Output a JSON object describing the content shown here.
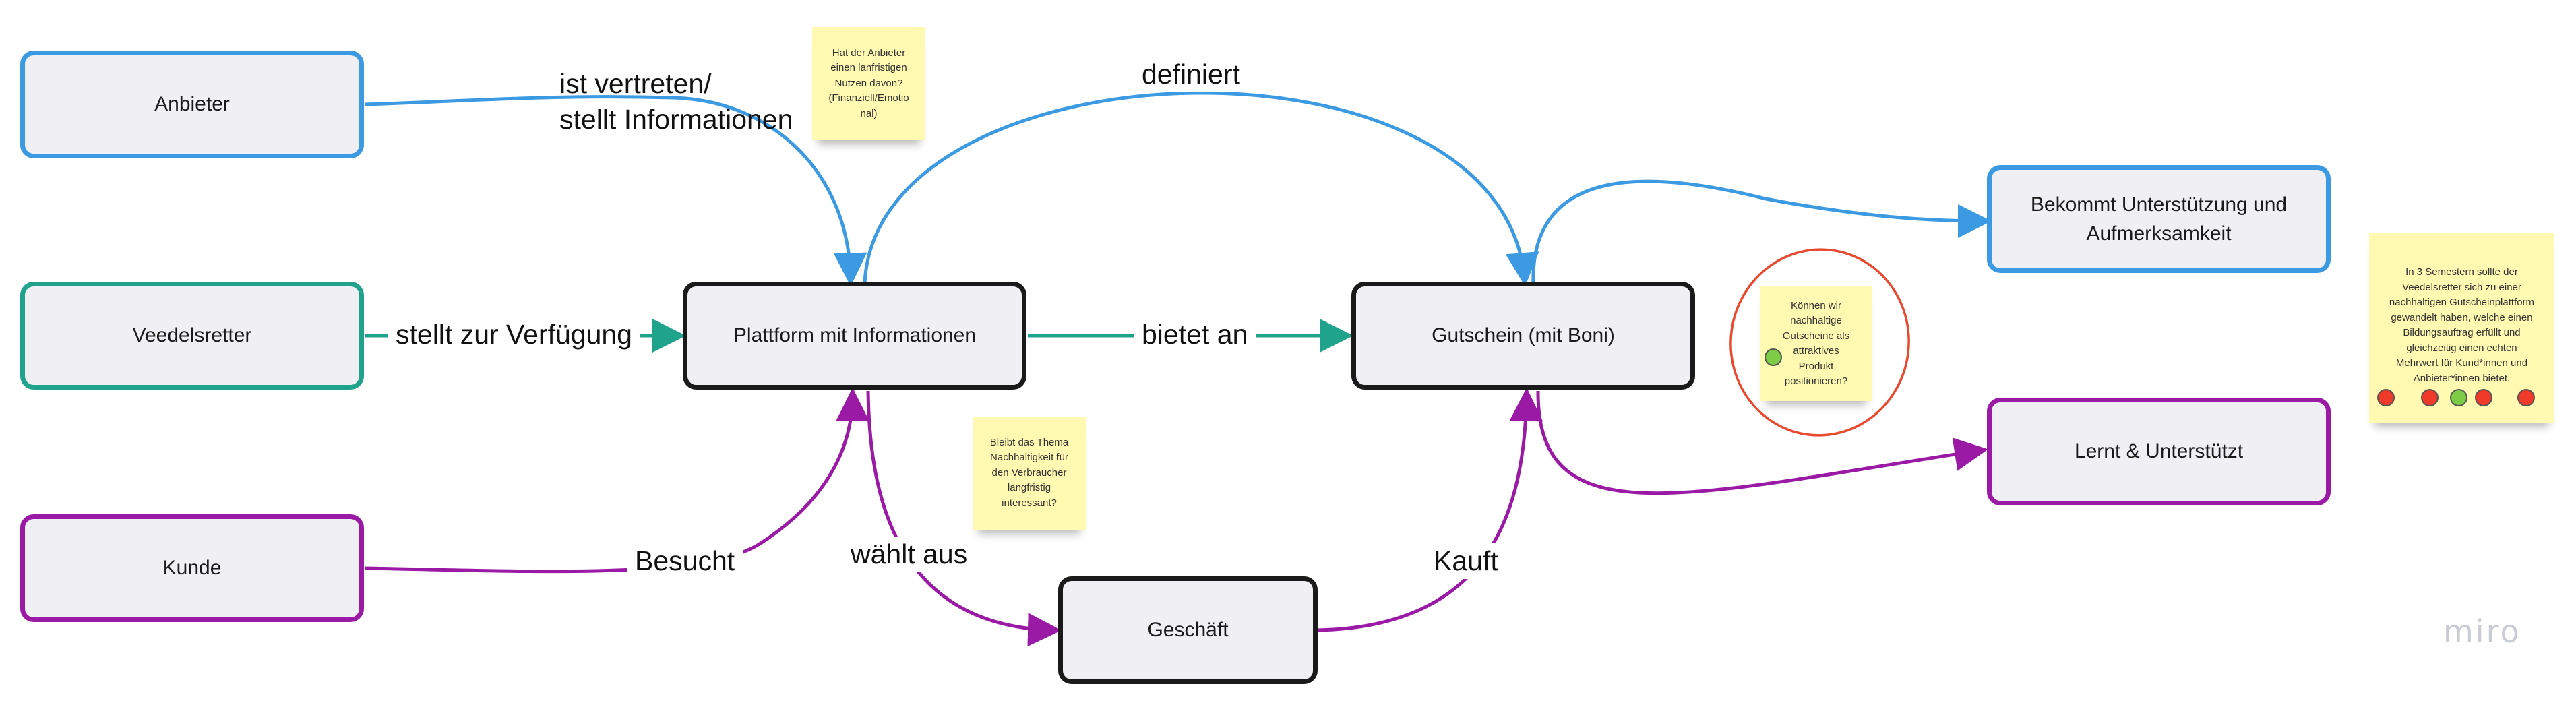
{
  "nodes": {
    "anbieter": "Anbieter",
    "veedelsretter": "Veedelsretter",
    "kunde": "Kunde",
    "plattform": "Plattform mit Informationen",
    "gutschein": "Gutschein (mit Boni)",
    "geschaeft": "Geschäft",
    "unterstuetzung_line1": "Bekommt Unterstützung und",
    "unterstuetzung_line2": "Aufmerksamkeit",
    "lernt": "Lernt & Unterstützt"
  },
  "edges": {
    "vertreten_line1": "ist vertreten/",
    "vertreten_line2": "stellt Informationen",
    "definiert": "definiert",
    "stellt_zur_verfuegung": "stellt zur Verfügung",
    "bietet_an": "bietet an",
    "besucht": "Besucht",
    "waehlt_aus": "wählt aus",
    "kauft": "Kauft"
  },
  "stickies": {
    "nutzen": [
      "Hat der Anbieter",
      "einen lanfristigen",
      "Nutzen davon?",
      "(Finanziell/Emotio",
      "nal)"
    ],
    "nachhaltigkeit": [
      "Bleibt das Thema",
      "Nachhaltigkeit für",
      "den Verbraucher",
      "langfristig",
      "interessant?"
    ],
    "gutscheine": [
      "Können wir",
      "nachhaltige",
      "Gutscheine als",
      "attraktives",
      "Produkt",
      "positionieren?"
    ],
    "ziel": [
      "In 3 Semestern sollte der",
      "Veedelsretter sich zu einer",
      "nachhaltigen Gutscheinplattform",
      "gewandelt haben, welche einen",
      "Bildungsauftrag erfüllt und",
      "gleichzeitig einen echten",
      "Mehrwert für Kund*innen und",
      "Anbieter*innen bietet."
    ]
  },
  "votes": {
    "gutscheine": [
      "green"
    ],
    "ziel": [
      "red",
      "red",
      "green",
      "red",
      "red"
    ]
  },
  "colors": {
    "blue": "#3b9ae1",
    "green": "#1fa38a",
    "purple": "#9a1aa6",
    "black": "#1a1a1a",
    "sticky": "#fff9b1",
    "annotation": "#e8492f"
  },
  "brand": "miro"
}
